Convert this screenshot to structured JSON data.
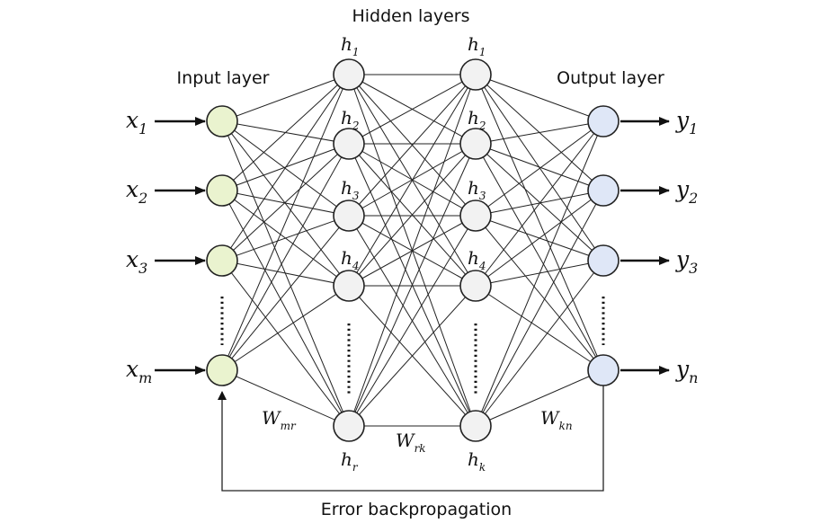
{
  "titles": {
    "hidden": "Hidden layers",
    "input": "Input layer",
    "output": "Output layer",
    "backprop": "Error backpropagation"
  },
  "colors": {
    "input_node": "#eaf3cf",
    "hidden_node": "#f2f2f2",
    "output_node": "#dfe7f7",
    "line": "#222222"
  },
  "layers": {
    "input": [
      {
        "base": "x",
        "sub": "1"
      },
      {
        "base": "x",
        "sub": "2"
      },
      {
        "base": "x",
        "sub": "3"
      },
      {
        "base": "x",
        "sub": "m"
      }
    ],
    "hidden1": [
      {
        "base": "h",
        "sub": "1"
      },
      {
        "base": "h",
        "sub": "2"
      },
      {
        "base": "h",
        "sub": "3"
      },
      {
        "base": "h",
        "sub": "4"
      },
      {
        "base": "h",
        "sub": "r"
      }
    ],
    "hidden2": [
      {
        "base": "h",
        "sub": "1"
      },
      {
        "base": "h",
        "sub": "2"
      },
      {
        "base": "h",
        "sub": "3"
      },
      {
        "base": "h",
        "sub": "4"
      },
      {
        "base": "h",
        "sub": "k"
      }
    ],
    "output": [
      {
        "base": "y",
        "sub": "1"
      },
      {
        "base": "y",
        "sub": "2"
      },
      {
        "base": "y",
        "sub": "3"
      },
      {
        "base": "y",
        "sub": "n"
      }
    ]
  },
  "weights": {
    "w1": {
      "base": "W",
      "sub": "mr"
    },
    "w2": {
      "base": "W",
      "sub": "rk"
    },
    "w3": {
      "base": "W",
      "sub": "kn"
    }
  }
}
